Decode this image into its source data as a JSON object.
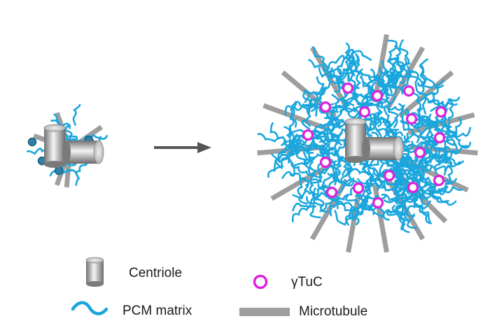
{
  "legend": {
    "centriole": "Centriole",
    "gtuc": "γTuC",
    "pcm": "PCM matrix",
    "microtubule": "Microtubule"
  },
  "colors": {
    "pcm": "#1aa6dd",
    "microtubule": "#9e9e9e",
    "gtuc": "#dd22dd",
    "arrow": "#555555",
    "centriole_light": "#f4f4f4",
    "centriole_dark": "#6e6e6e",
    "small_gtuc_fill": "#2f7fa6"
  },
  "icons": {
    "arrow": "right-arrow-icon",
    "centriole": "centriole-icon",
    "pcm": "pcm-squiggle-icon",
    "gtuc": "gtuc-ring-icon",
    "microtubule": "microtubule-bar-icon"
  }
}
